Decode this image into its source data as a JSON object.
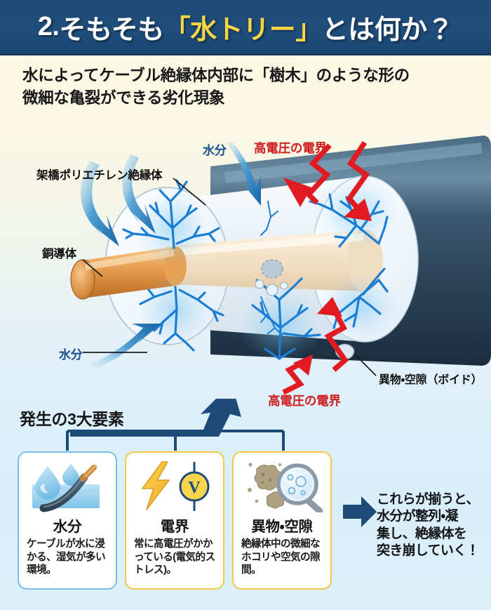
{
  "header": {
    "index": "2. ",
    "pre": "そもそも",
    "accent": "「水トリー」",
    "post": "とは何か？",
    "bg_color": "#1f4e7c",
    "accent_color": "#f7d644"
  },
  "lead": {
    "line1": "水によってケーブル絶縁体内部に「樹木」のような形の",
    "line2": "微細な亀裂ができる劣化現象"
  },
  "diagram": {
    "labels": {
      "xlpe": "架橋ポリエチレン絶縁体",
      "copper": "銅導体",
      "void": "異物・空隙（ボイド）",
      "moisture_top": "水分",
      "moisture_left": "水分",
      "field_top": "高電圧の電界",
      "field_bottom": "高電圧の電界"
    },
    "colors": {
      "moisture_label": "#1b4f8f",
      "field_label": "#cf1d20",
      "water_tree": "#1a7fd4",
      "copper": "#d98f3c",
      "jacket": "#2e4a60",
      "insulator": "#f2f6fa"
    }
  },
  "factors": {
    "title": "発生の3大要素",
    "cards": [
      {
        "icon": "water-droplet-cable-icon",
        "title": "水分",
        "desc": "ケーブルが水に浸かる、湿気が多い環境。",
        "border_color": "#79bfe6"
      },
      {
        "icon": "lightning-voltmeter-icon",
        "title": "電界",
        "desc": "常に高電圧がかかっている(電気的ストレス)。",
        "border_color": "#f2c94c"
      },
      {
        "icon": "dust-magnifier-icon",
        "title": "異物・空隙",
        "desc": "絶縁体中の微細なホコリや空気の隙間。",
        "border_color": "#f2c94c"
      }
    ]
  },
  "conclusion": {
    "line1": "これらが揃うと、",
    "line2": "水分が整列・凝",
    "line3": "集し、絶縁体を",
    "line4": "突き崩していく！",
    "arrow_icon": "arrow-right-icon"
  }
}
